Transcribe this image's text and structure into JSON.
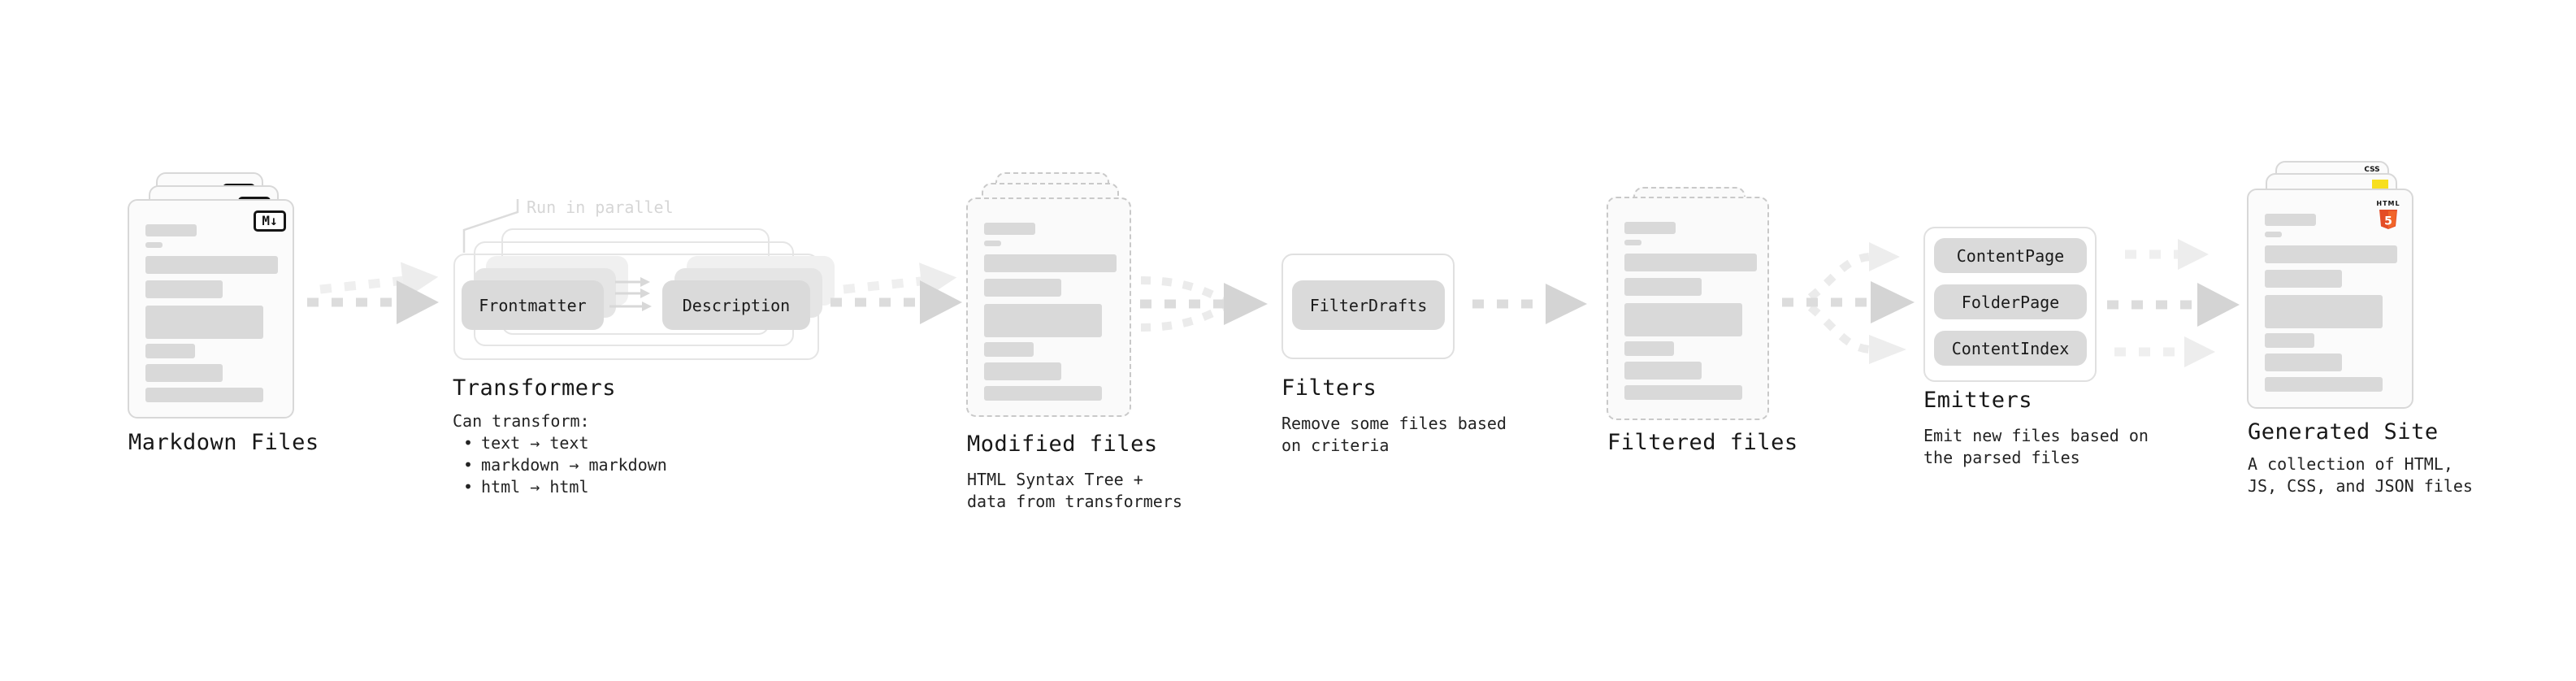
{
  "ui": {
    "bullet": "•"
  },
  "stages": {
    "markdown": {
      "label": "Markdown Files",
      "badge": "M↓"
    },
    "transformers": {
      "label": "Transformers",
      "annotation": "Run in parallel",
      "buttons": {
        "frontmatter": "Frontmatter",
        "description": "Description"
      },
      "desc_title": "Can transform:",
      "bullets": [
        "text → text",
        "markdown → markdown",
        "html → html"
      ]
    },
    "modified": {
      "label": "Modified files",
      "desc_lines": [
        "HTML Syntax Tree +",
        "data from transformers"
      ]
    },
    "filters": {
      "label": "Filters",
      "buttons": {
        "filter_drafts": "FilterDrafts"
      },
      "desc_lines": [
        "Remove some files based",
        "on criteria"
      ]
    },
    "filtered": {
      "label": "Filtered files"
    },
    "emitters": {
      "label": "Emitters",
      "buttons": {
        "content_page": "ContentPage",
        "folder_page": "FolderPage",
        "content_index": "ContentIndex"
      },
      "desc_lines": [
        "Emit new files based on",
        "the parsed files"
      ]
    },
    "generated": {
      "label": "Generated Site",
      "badges": {
        "css": "CSS",
        "html_label": "HTML",
        "html_number": "5"
      },
      "desc_lines": [
        "A collection of HTML,",
        "JS, CSS, and JSON files"
      ]
    }
  },
  "colors": {
    "html5_orange": "#e44d26",
    "html5_orange_light": "#f16529",
    "js_yellow": "#f7df1e",
    "css_blue": "#2965f1",
    "skeleton_gray": "#d9d9d9",
    "node_gray": "#dadada",
    "arrow_gray": "#d4d4d4"
  }
}
